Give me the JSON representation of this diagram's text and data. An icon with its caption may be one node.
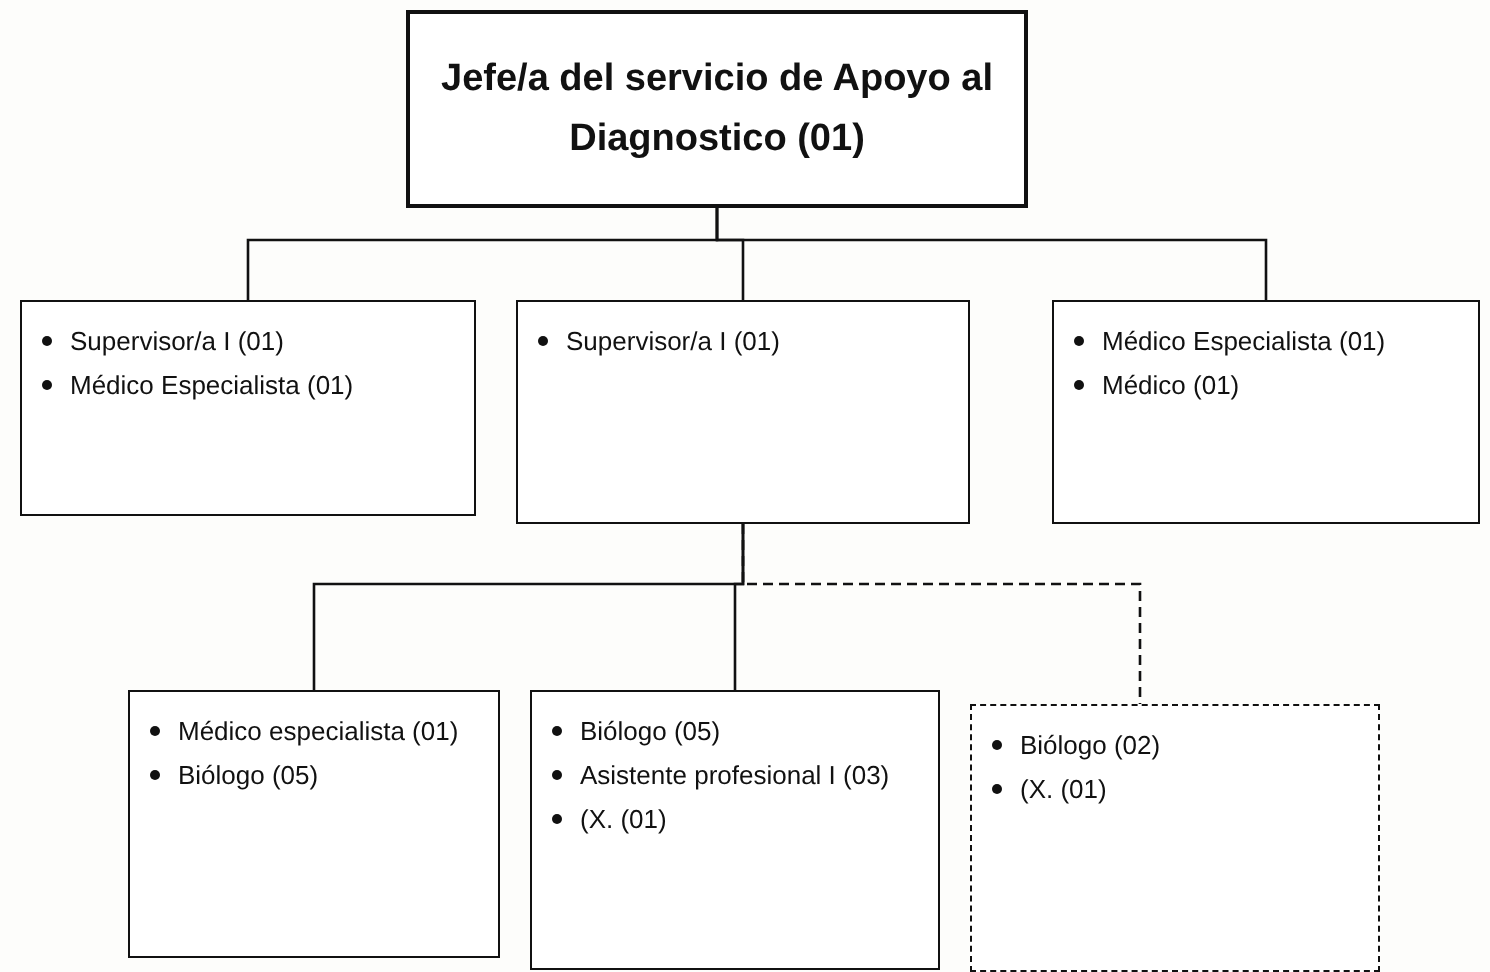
{
  "diagram": {
    "nodes": [
      {
        "text": [
          "Jefe/a del servicio de Apoyo al Diagnostico (01)"
        ]
      },
      {
        "text": [
          "Supervisor/a I (01)",
          "Médico Especialista (01)"
        ]
      },
      {
        "text": [
          "Supervisor/a I (01)"
        ]
      },
      {
        "text": [
          "Médico Especialista (01)",
          "Médico (01)"
        ]
      },
      {
        "text": [
          "Médico especialista (01)",
          "Biólogo (05)"
        ]
      },
      {
        "text": [
          "Biólogo (05)",
          "Asistente profesional I (03)",
          "(X. (01)"
        ]
      },
      {
        "text": [
          "Biólogo (02)",
          "(X. (01)"
        ]
      }
    ],
    "edges": [
      {
        "from": 0,
        "to": 1,
        "arrow": "none"
      },
      {
        "from": 0,
        "to": 2,
        "arrow": "none"
      },
      {
        "from": 0,
        "to": 3,
        "arrow": "none"
      },
      {
        "from": 2,
        "to": 4,
        "arrow": "none"
      },
      {
        "from": 2,
        "to": 5,
        "arrow": "none"
      },
      {
        "from": 2,
        "to": 6,
        "arrow": "none",
        "style": "dashed"
      }
    ]
  }
}
